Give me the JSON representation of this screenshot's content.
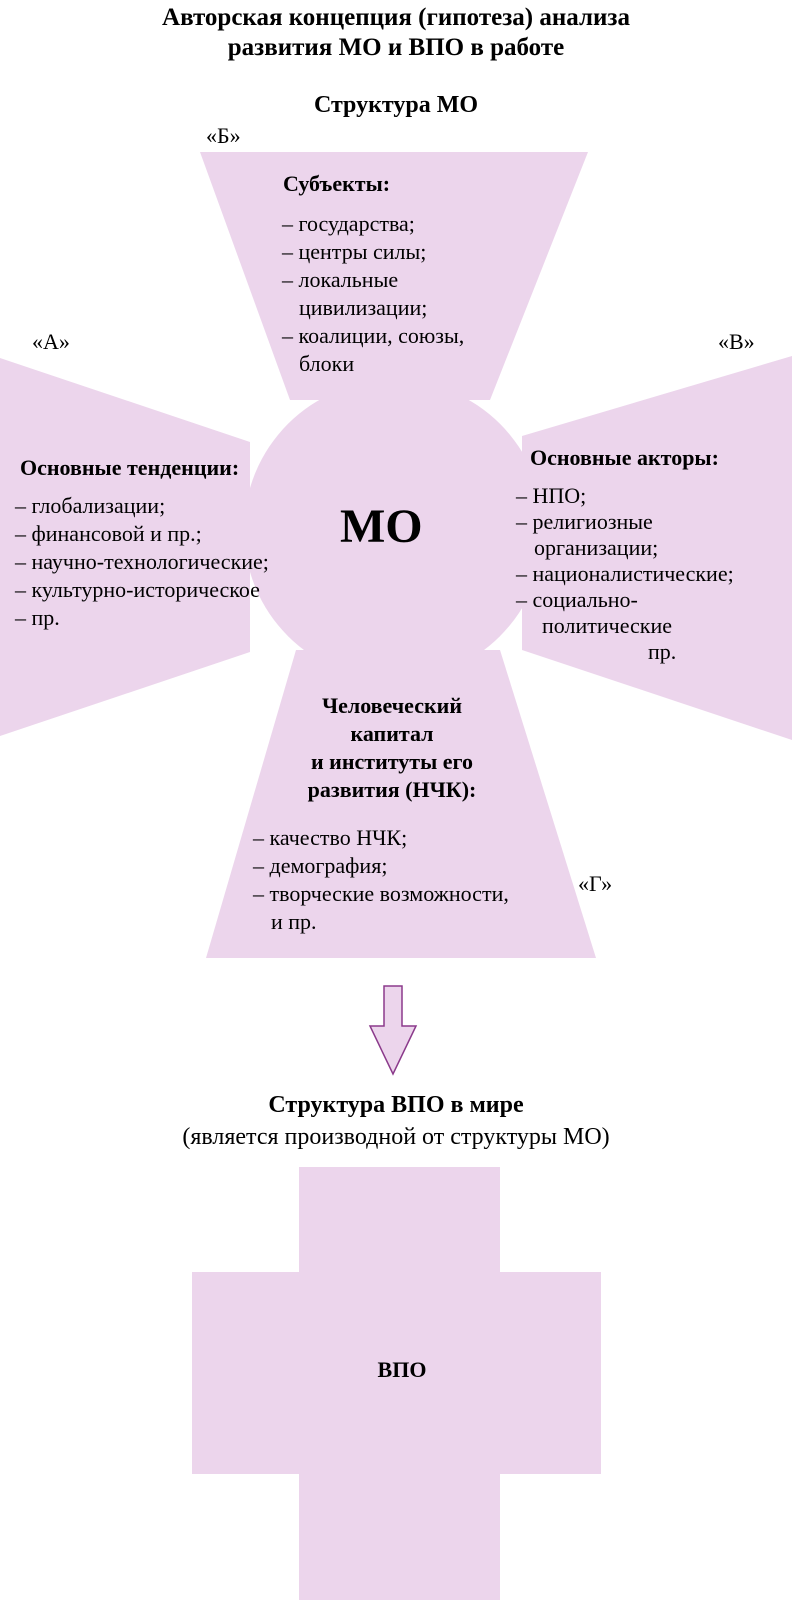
{
  "title": {
    "line1": "Авторская концепция (гипотеза) анализа",
    "line2": "развития МО и ВПО в работе"
  },
  "structure_mo": "Структура МО",
  "center_label": "МО",
  "arm_b": {
    "letter": "«Б»",
    "heading": "Субъекты:",
    "items": [
      "– государства;",
      "– центры силы;",
      "– локальные",
      "цивилизации;",
      "– коалиции, союзы,",
      "блоки"
    ]
  },
  "arm_a": {
    "letter": "«А»",
    "heading": "Основные тенденции:",
    "items": [
      "– глобализации;",
      "– финансовой и пр.;",
      "– научно-технологические;",
      "– культурно-историческое",
      "– пр."
    ]
  },
  "arm_v": {
    "letter": "«В»",
    "heading": "Основные акторы:",
    "items": [
      "– НПО;",
      "– религиозные",
      "организации;",
      "– националистические;",
      "– социально-",
      "политические",
      "пр."
    ]
  },
  "arm_g": {
    "letter": "«Г»",
    "heading_lines": [
      "Человеческий",
      "капитал",
      "и институты его",
      "развития (НЧК):"
    ],
    "items": [
      "– качество НЧК;",
      "– демография;",
      "– творческие возможности,",
      "и пр."
    ]
  },
  "structure_vpo": {
    "line1": "Структура ВПО в мире",
    "line2": "(является производной от структуры МО)"
  },
  "vpo_label": "ВПО",
  "colors": {
    "fill": "#ecd5ec",
    "stroke": "#8b3a8b"
  }
}
